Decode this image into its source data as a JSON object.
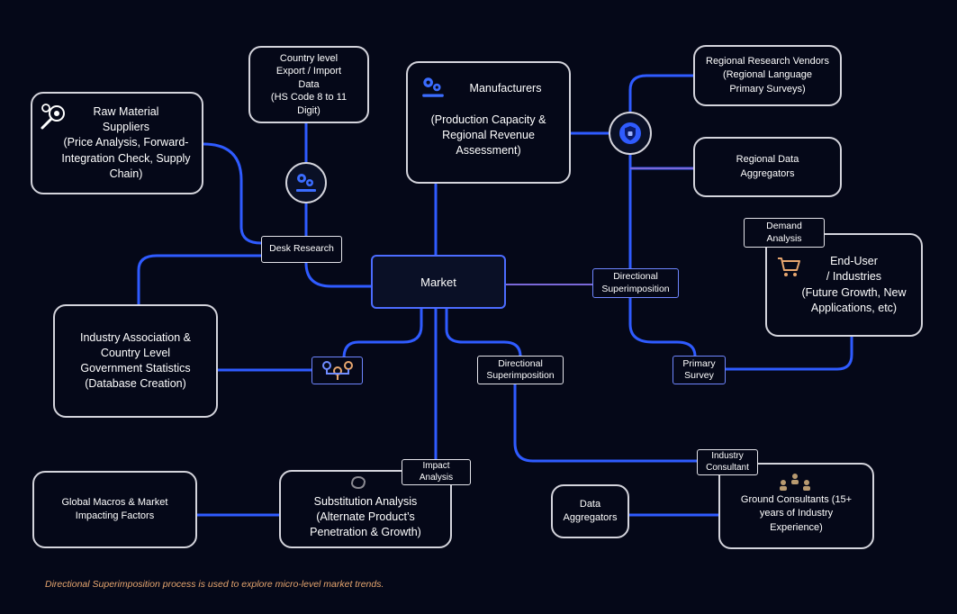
{
  "center": {
    "label": "Market"
  },
  "nodes": {
    "raw_material": "Raw Material\nSuppliers\n(Price Analysis, Forward-\nIntegration Check, Supply\nChain)",
    "country_trade": "Country level\nExport / Import\nData\n(HS Code 8 to 11\nDigit)",
    "manufacturers_title": "Manufacturers",
    "manufacturers_body": "(Production Capacity &\nRegional Revenue\nAssessment)",
    "regional_research": "Regional Research Vendors\n(Regional Language\nPrimary Surveys)",
    "regional_data": "Regional Data\nAggregators",
    "end_user": "End-User\n/ Industries\n(Future Growth,  New\nApplications, etc)",
    "industry_assoc": "Industry Association &\nCountry Level\nGovernment Statistics\n(Database Creation)",
    "global_macros": "Global Macros & Market\nImpacting Factors",
    "substitution": "Substitution Analysis\n(Alternate Product’s\nPenetration & Growth)",
    "data_aggregators": "Data\nAggregators",
    "ground_consultants": "Ground Consultants (15+\nyears of Industry\nExperience)"
  },
  "tags": {
    "desk_research": "Desk Research",
    "demand_analysis": "Demand\nAnalysis",
    "directional_right": "Directional\nSuperimposition",
    "directional_center": "Directional\nSuperimposition",
    "primary_survey": "Primary\nSurvey",
    "impact_analysis": "Impact\nAnalysis",
    "industry_consultant": "Industry\nConsultant"
  },
  "footnote": "Directional Superimposition process is used to explore micro-level market trends.",
  "colors": {
    "background": "#050818",
    "connector": "#2f5bff",
    "connector_purple": "#7b68d8",
    "box_border": "#d4d4dc",
    "footnote": "#e7a66f"
  },
  "icons": [
    "magnifier-gear-icon",
    "gears-icon",
    "shield-lock-icon",
    "cart-icon",
    "location-pins-icon",
    "cycle-icon",
    "people-icon"
  ]
}
